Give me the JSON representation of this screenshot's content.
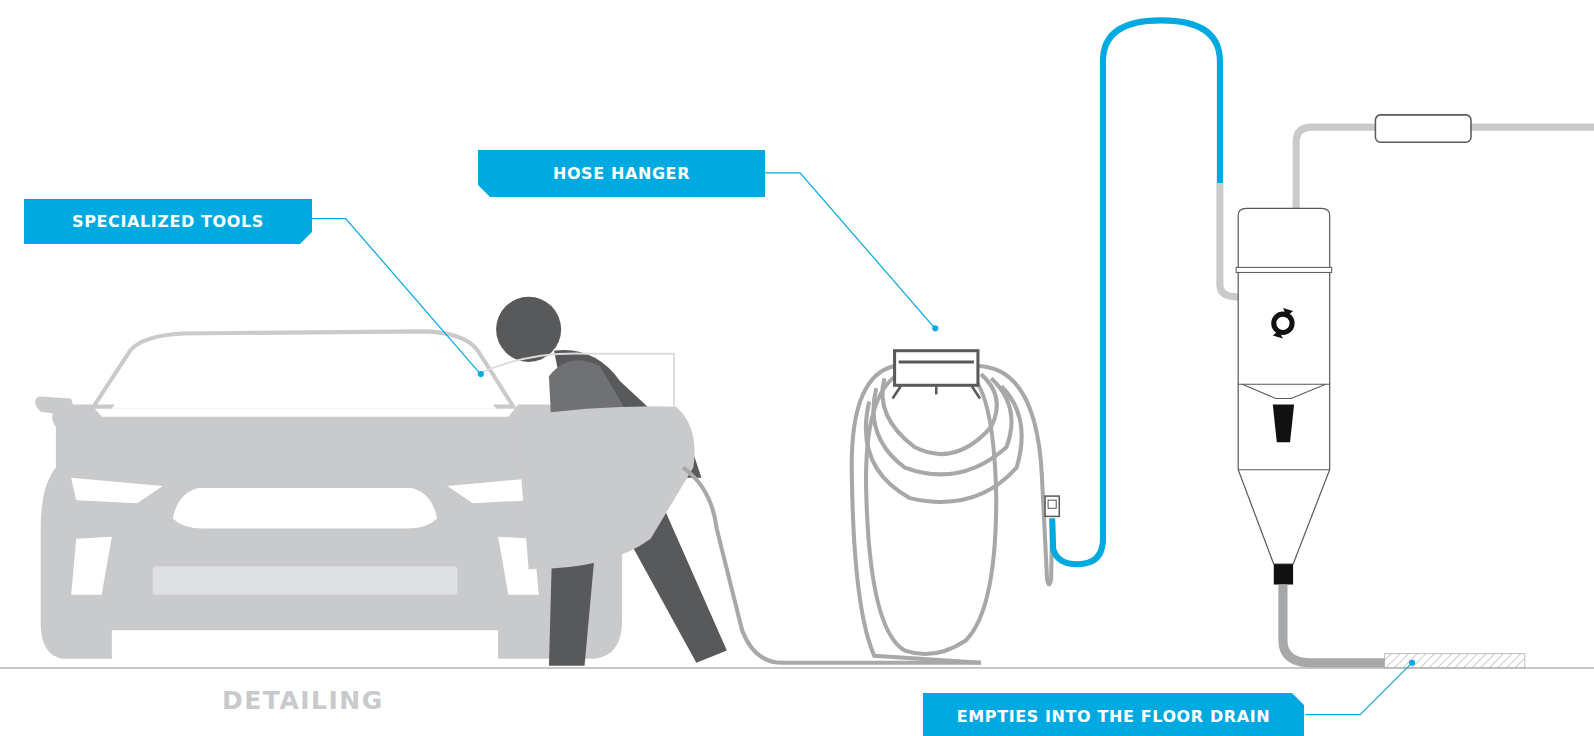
{
  "diagram": {
    "nodes": [
      {
        "text": [
          "HOSE HANGER"
        ]
      },
      {
        "text": [
          "SPECIALIZED TOOLS"
        ]
      },
      {
        "text": [
          "EMPTIES INTO THE FLOOR DRAIN"
        ]
      }
    ],
    "labels": [
      "DETAILING"
    ]
  }
}
